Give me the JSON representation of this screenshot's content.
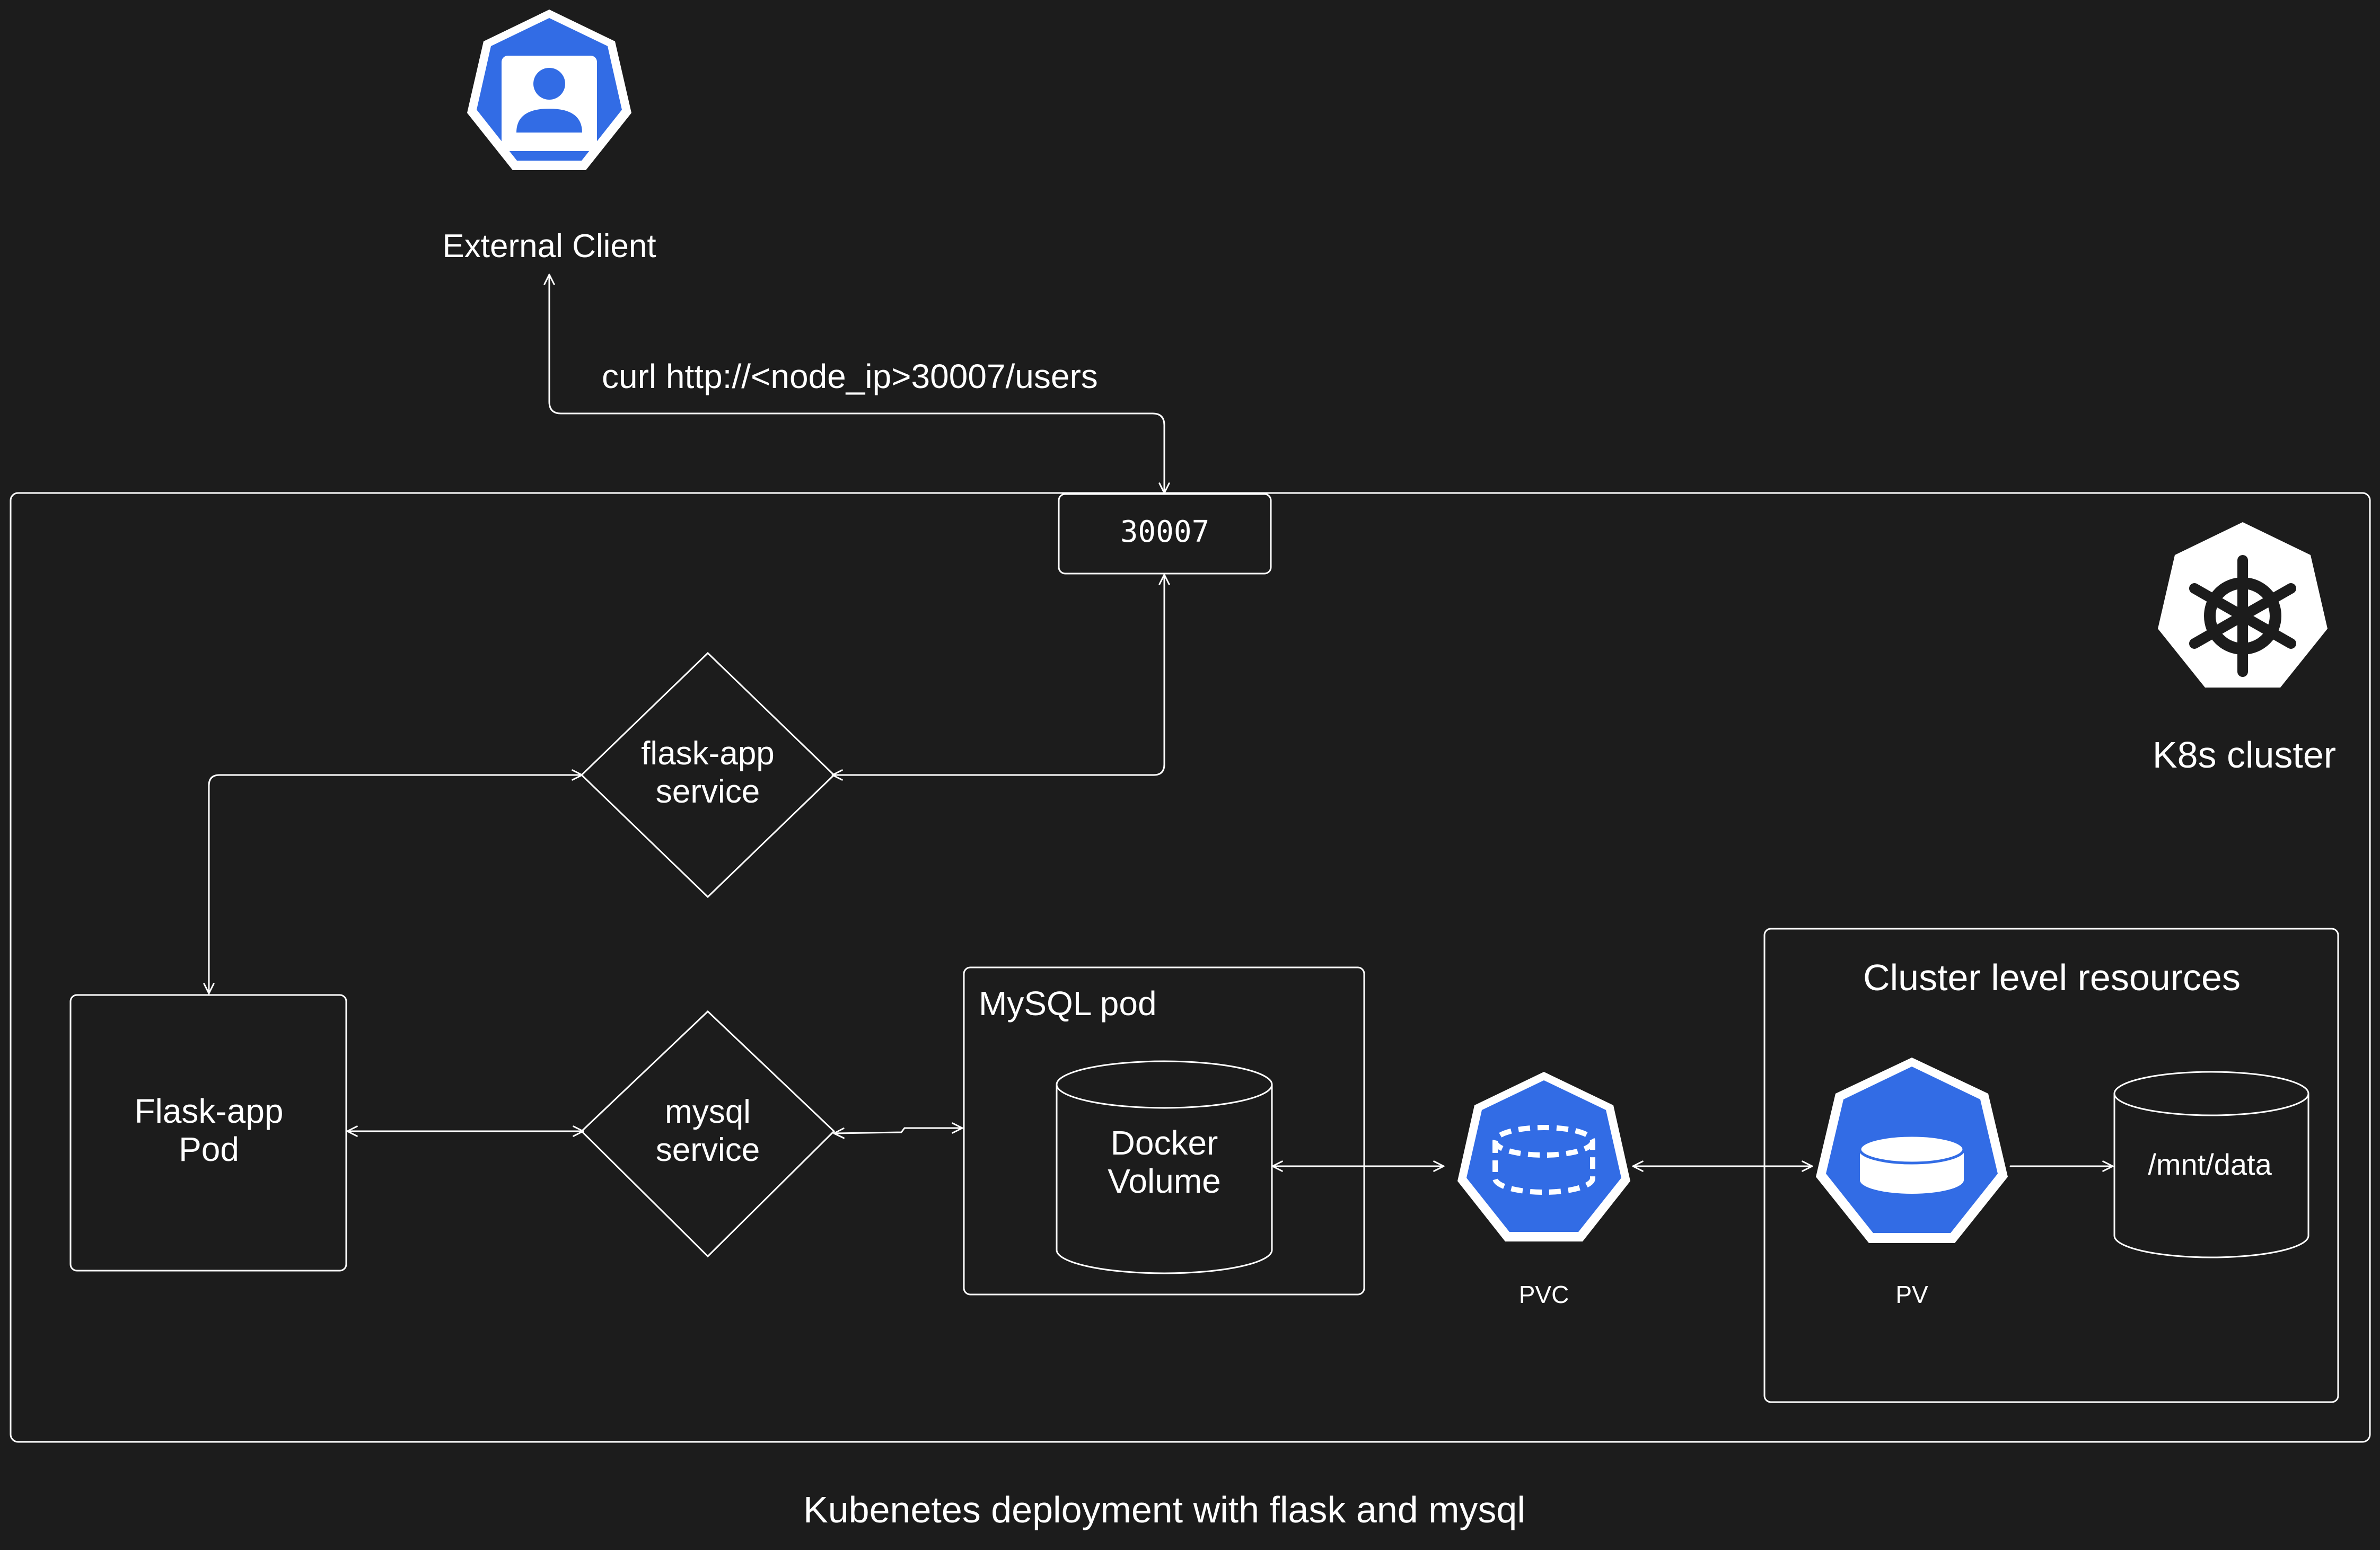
{
  "diagram": {
    "title": "Kubenetes deployment with flask and mysql",
    "external_client": {
      "label": "External Client",
      "icon": "user-icon"
    },
    "curl_label": "curl http://<node_ip>30007/users",
    "nodeport": {
      "label": "30007"
    },
    "cluster": {
      "label": "K8s cluster",
      "icon": "kubernetes-helm-icon"
    },
    "flask_service": {
      "line1": "flask-app",
      "line2": "service"
    },
    "flask_pod": {
      "line1": "Flask-app",
      "line2": "Pod"
    },
    "mysql_service": {
      "line1": "mysql",
      "line2": "service"
    },
    "mysql_pod": {
      "label": "MySQL pod"
    },
    "docker_volume": {
      "line1": "Docker",
      "line2": "Volume"
    },
    "pvc": {
      "label": "PVC",
      "icon": "pvc-icon"
    },
    "cluster_resources": {
      "label": "Cluster level resources"
    },
    "pv": {
      "label": "PV",
      "icon": "pv-icon"
    },
    "host_path": {
      "label": "/mnt/data"
    },
    "colors": {
      "background": "#1c1c1c",
      "stroke": "#ffffff",
      "k8s_blue": "#326ce5"
    }
  }
}
